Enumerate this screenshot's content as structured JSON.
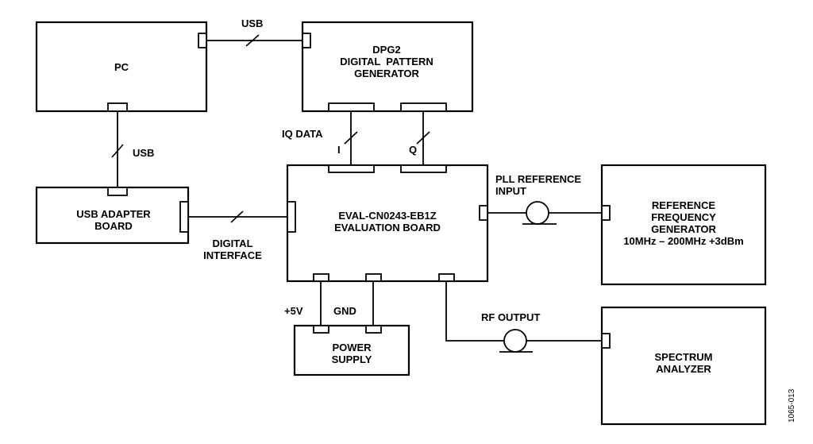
{
  "diagram": {
    "blocks": {
      "pc": {
        "lines": [
          "PC"
        ]
      },
      "dpg2": {
        "lines": [
          "DPG2",
          "DIGITAL  PATTERN",
          "GENERATOR"
        ]
      },
      "usb_adapter": {
        "lines": [
          "USB ADAPTER",
          "BOARD"
        ]
      },
      "eval_board": {
        "lines": [
          "EVAL-CN0243-EB1Z",
          "EVALUATION BOARD"
        ]
      },
      "ref_gen": {
        "lines": [
          "REFERENCE",
          "FREQUENCY",
          "GENERATOR",
          "10MHz – 200MHz +3dBm"
        ]
      },
      "power_supply": {
        "lines": [
          "POWER",
          "SUPPLY"
        ]
      },
      "spectrum_analyzer": {
        "lines": [
          "SPECTRUM",
          "ANALYZER"
        ]
      }
    },
    "labels": {
      "usb_top": "USB",
      "usb_left": "USB",
      "iq_data": "IQ DATA",
      "i": "I",
      "q": "Q",
      "digital_interface": [
        "DIGITAL",
        "INTERFACE"
      ],
      "pll_ref": [
        "PLL REFERENCE",
        "INPUT"
      ],
      "plus5v": "+5V",
      "gnd": "GND",
      "rf_output": "RF OUTPUT"
    },
    "figure_id": "1065-013"
  }
}
